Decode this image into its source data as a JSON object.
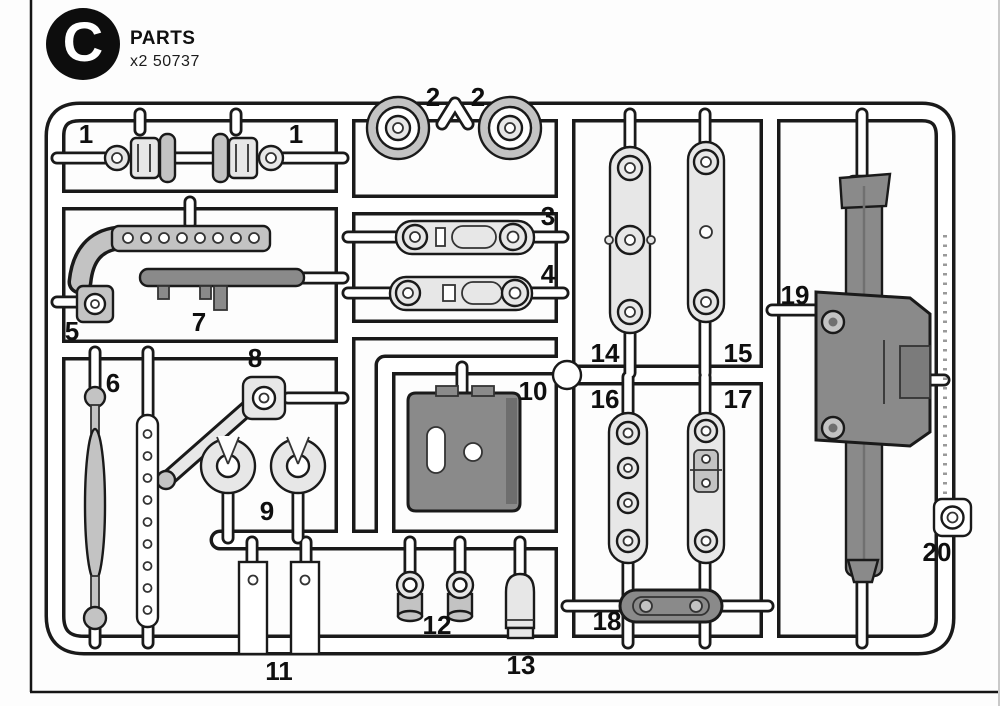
{
  "header": {
    "letter": "C",
    "title": "PARTS",
    "subtitle": "x2 50737"
  },
  "labels": [
    "1",
    "1",
    "2",
    "2",
    "3",
    "4",
    "5",
    "6",
    "7",
    "8",
    "9",
    "10",
    "11",
    "12",
    "13",
    "14",
    "15",
    "16",
    "17",
    "18",
    "19",
    "20"
  ],
  "colors": {
    "outline": "#1a1a1a",
    "part_dark": "#8a8a8a",
    "part_mid": "#c3c3c3",
    "part_light": "#e7e7e7",
    "badge": "#0d0d0d",
    "paper": "#fdfdfd"
  }
}
